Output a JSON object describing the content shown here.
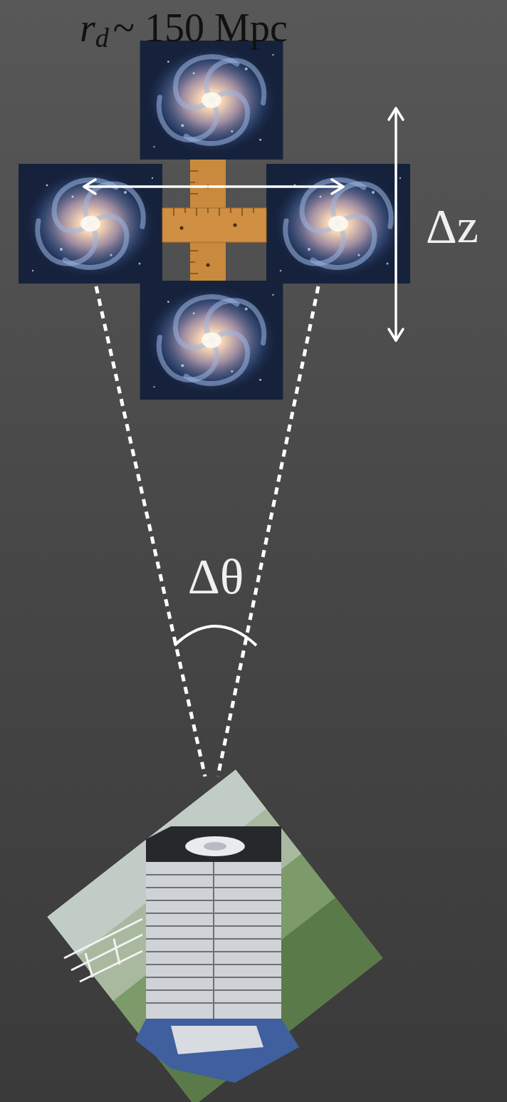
{
  "diagram": {
    "labels": [
      "r",
      "d",
      "~ 150 Mpc",
      "Δz",
      "Δθ"
    ]
  }
}
